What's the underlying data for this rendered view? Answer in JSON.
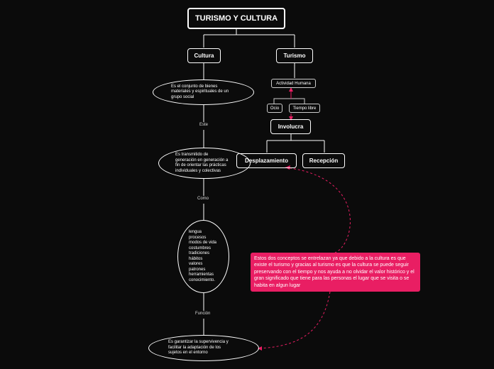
{
  "title": "TURISMO Y CULTURA",
  "nodes": {
    "cultura": "Cultura",
    "turismo": "Turismo",
    "actividad_humana": "Actividad Humana",
    "ocio": "Ocio",
    "tiempo_libre": "Tiempo libre",
    "involucra": "Involucra",
    "desplazamiento": "Desplazamiento",
    "recepcion": "Recepción",
    "def_cultura": "Es el conjunto de bienes\nmateriales y espirituales de un\ngrupo social",
    "transmitido": "Es transmitido de\ngeneración en generación a\nfin de orientar las prácticas\nindividuales y colectivas",
    "elementos": "lengua\nprocesos\nmodos de vida\ncostumbres\ntradiciones\nhábitos\nvalores\npatrones\nherramientas\nconocimiento.",
    "funcion_text": "Es garantizar la supervivencia y\nfacilitar la adaptación de los\nsujetos en el entorno"
  },
  "labels": {
    "este": "Este",
    "como": "Como",
    "funcion": "Función"
  },
  "note": "Estos dos conceptos se entrelazan ya que debido a la cultura es que existe el turismo y gracias al turismo es que la cultura se puede seguir preservando con el tiempo y nos ayuda a no olvidar el valor histórico y el gran significado que tiene para las personas el lugar que se visita o se habita en algun lugar",
  "colors": {
    "background": "#0b0b0b",
    "note": "#e91e63",
    "connector_dashed": "#e91e63"
  }
}
